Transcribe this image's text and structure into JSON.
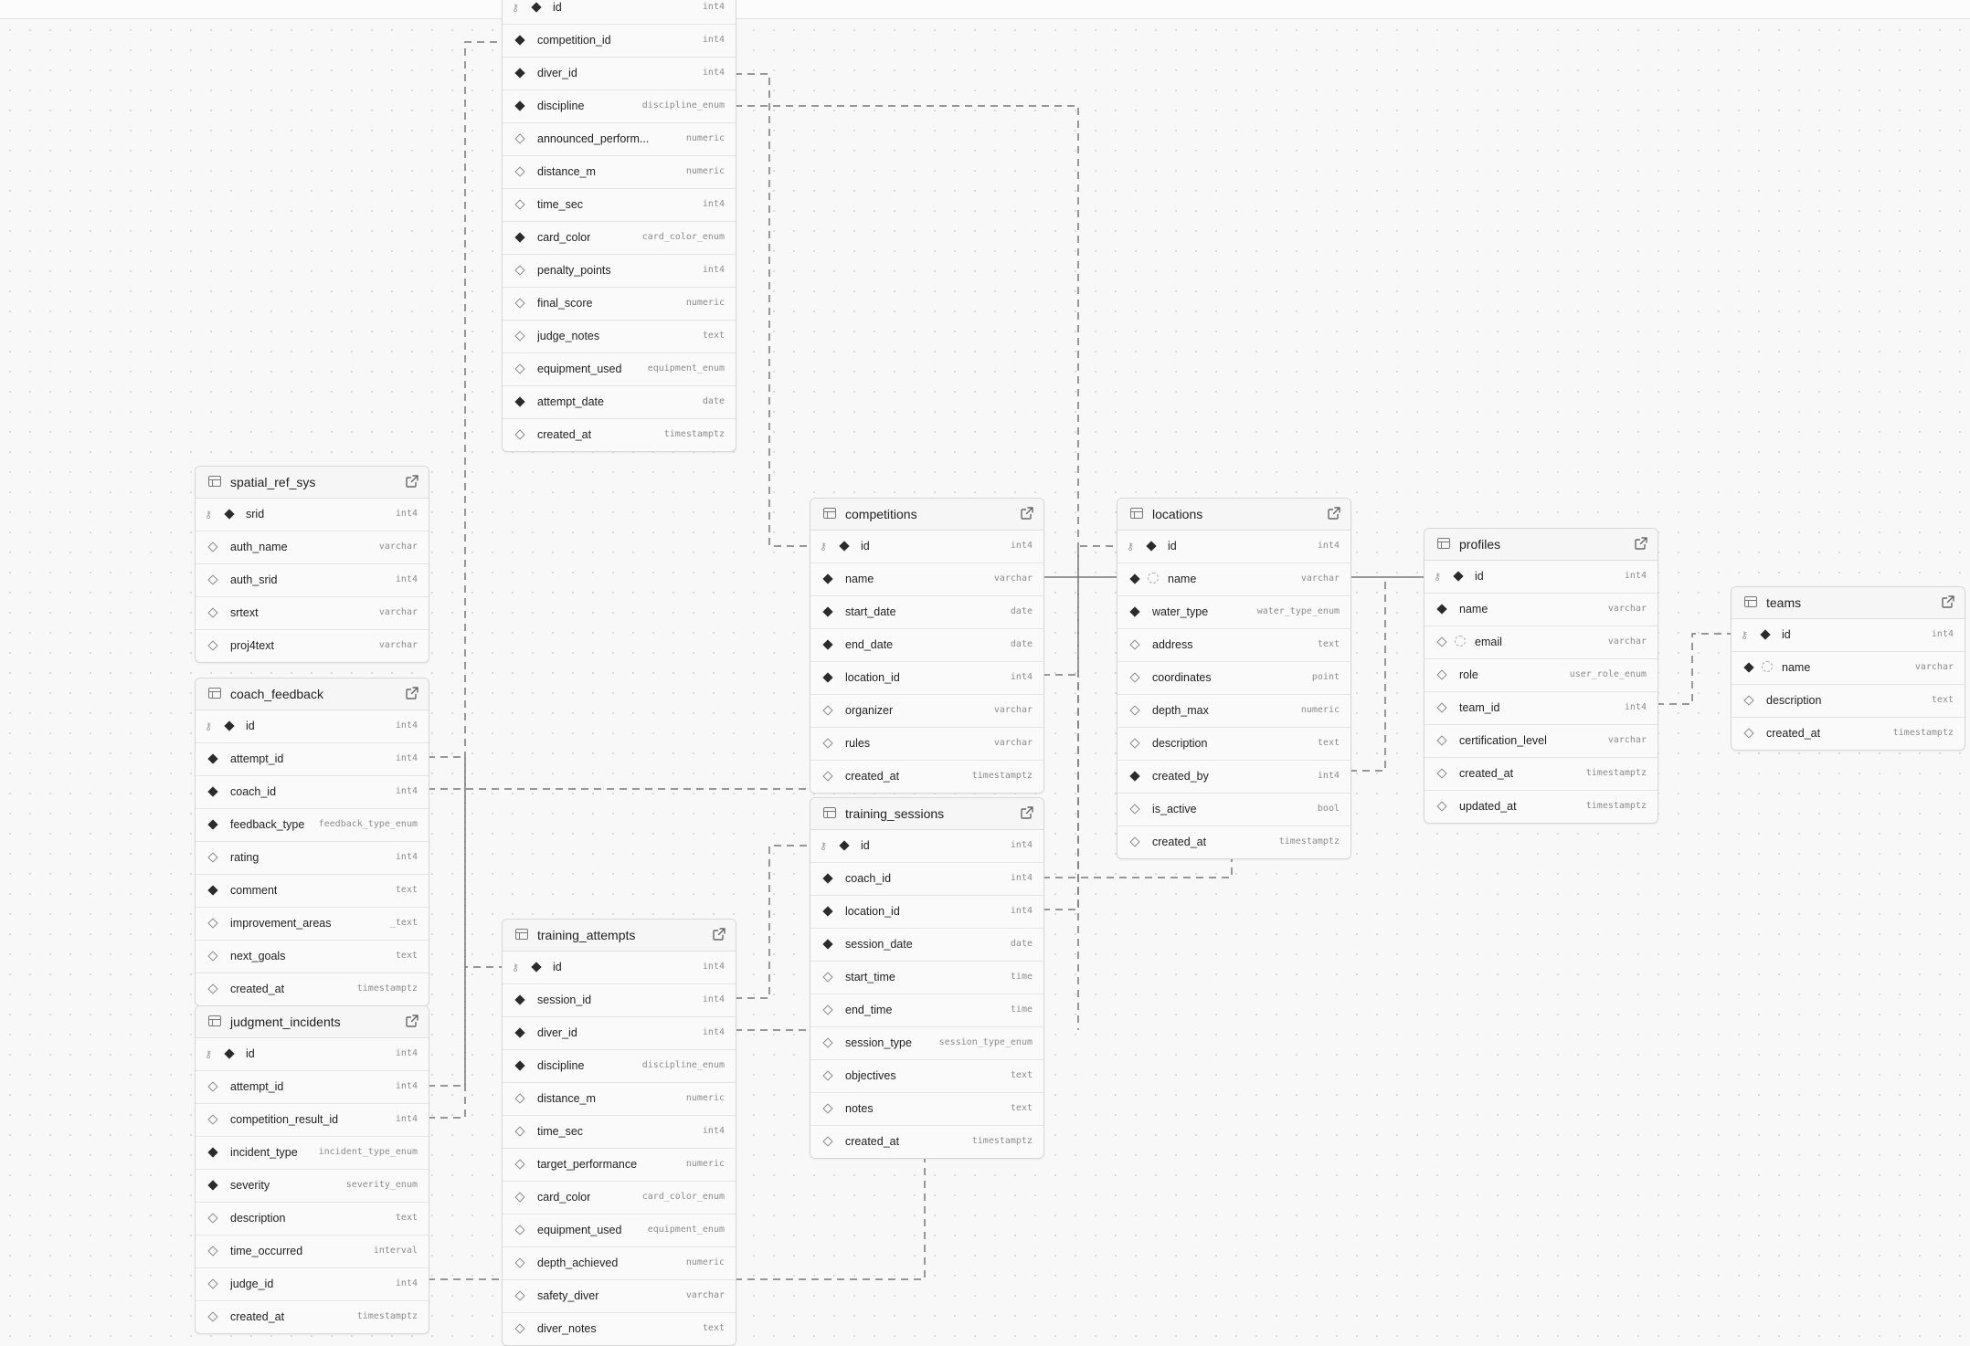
{
  "tables": [
    {
      "id": "t_attempts",
      "name": "",
      "header_hidden": true,
      "columns": [
        {
          "name": "id",
          "type": "int4",
          "pk": true,
          "nullable": false
        },
        {
          "name": "competition_id",
          "type": "int4",
          "nullable": false
        },
        {
          "name": "diver_id",
          "type": "int4",
          "nullable": false
        },
        {
          "name": "discipline",
          "type": "discipline_enum",
          "nullable": false
        },
        {
          "name": "announced_perform...",
          "type": "numeric",
          "nullable": true
        },
        {
          "name": "distance_m",
          "type": "numeric",
          "nullable": true
        },
        {
          "name": "time_sec",
          "type": "int4",
          "nullable": true
        },
        {
          "name": "card_color",
          "type": "card_color_enum",
          "nullable": false
        },
        {
          "name": "penalty_points",
          "type": "int4",
          "nullable": true
        },
        {
          "name": "final_score",
          "type": "numeric",
          "nullable": true
        },
        {
          "name": "judge_notes",
          "type": "text",
          "nullable": true
        },
        {
          "name": "equipment_used",
          "type": "equipment_enum",
          "nullable": true
        },
        {
          "name": "attempt_date",
          "type": "date",
          "nullable": false
        },
        {
          "name": "created_at",
          "type": "timestamptz",
          "nullable": true
        }
      ]
    },
    {
      "id": "t_spatial",
      "name": "spatial_ref_sys",
      "columns": [
        {
          "name": "srid",
          "type": "int4",
          "pk": true,
          "nullable": false
        },
        {
          "name": "auth_name",
          "type": "varchar",
          "nullable": true
        },
        {
          "name": "auth_srid",
          "type": "int4",
          "nullable": true
        },
        {
          "name": "srtext",
          "type": "varchar",
          "nullable": true
        },
        {
          "name": "proj4text",
          "type": "varchar",
          "nullable": true
        }
      ]
    },
    {
      "id": "t_coach_feedback",
      "name": "coach_feedback",
      "columns": [
        {
          "name": "id",
          "type": "int4",
          "pk": true,
          "nullable": false
        },
        {
          "name": "attempt_id",
          "type": "int4",
          "nullable": false
        },
        {
          "name": "coach_id",
          "type": "int4",
          "nullable": false
        },
        {
          "name": "feedback_type",
          "type": "feedback_type_enum",
          "nullable": false
        },
        {
          "name": "rating",
          "type": "int4",
          "nullable": true
        },
        {
          "name": "comment",
          "type": "text",
          "nullable": false
        },
        {
          "name": "improvement_areas",
          "type": "_text",
          "nullable": true
        },
        {
          "name": "next_goals",
          "type": "text",
          "nullable": true
        },
        {
          "name": "created_at",
          "type": "timestamptz",
          "nullable": true
        }
      ]
    },
    {
      "id": "t_judgment",
      "name": "judgment_incidents",
      "columns": [
        {
          "name": "id",
          "type": "int4",
          "pk": true,
          "nullable": false
        },
        {
          "name": "attempt_id",
          "type": "int4",
          "nullable": true
        },
        {
          "name": "competition_result_id",
          "type": "int4",
          "nullable": true
        },
        {
          "name": "incident_type",
          "type": "incident_type_enum",
          "nullable": false
        },
        {
          "name": "severity",
          "type": "severity_enum",
          "nullable": false
        },
        {
          "name": "description",
          "type": "text",
          "nullable": true
        },
        {
          "name": "time_occurred",
          "type": "interval",
          "nullable": true
        },
        {
          "name": "judge_id",
          "type": "int4",
          "nullable": true
        },
        {
          "name": "created_at",
          "type": "timestamptz",
          "nullable": true
        }
      ]
    },
    {
      "id": "t_training_attempts",
      "name": "training_attempts",
      "columns": [
        {
          "name": "id",
          "type": "int4",
          "pk": true,
          "nullable": false
        },
        {
          "name": "session_id",
          "type": "int4",
          "nullable": false
        },
        {
          "name": "diver_id",
          "type": "int4",
          "nullable": false
        },
        {
          "name": "discipline",
          "type": "discipline_enum",
          "nullable": false
        },
        {
          "name": "distance_m",
          "type": "numeric",
          "nullable": true
        },
        {
          "name": "time_sec",
          "type": "int4",
          "nullable": true
        },
        {
          "name": "target_performance",
          "type": "numeric",
          "nullable": true
        },
        {
          "name": "card_color",
          "type": "card_color_enum",
          "nullable": true
        },
        {
          "name": "equipment_used",
          "type": "equipment_enum",
          "nullable": true
        },
        {
          "name": "depth_achieved",
          "type": "numeric",
          "nullable": true
        },
        {
          "name": "safety_diver",
          "type": "varchar",
          "nullable": true
        },
        {
          "name": "diver_notes",
          "type": "text",
          "nullable": true
        }
      ]
    },
    {
      "id": "t_competitions",
      "name": "competitions",
      "columns": [
        {
          "name": "id",
          "type": "int4",
          "pk": true,
          "nullable": false
        },
        {
          "name": "name",
          "type": "varchar",
          "nullable": false
        },
        {
          "name": "start_date",
          "type": "date",
          "nullable": false
        },
        {
          "name": "end_date",
          "type": "date",
          "nullable": false
        },
        {
          "name": "location_id",
          "type": "int4",
          "nullable": false
        },
        {
          "name": "organizer",
          "type": "varchar",
          "nullable": true
        },
        {
          "name": "rules",
          "type": "varchar",
          "nullable": true
        },
        {
          "name": "created_at",
          "type": "timestamptz",
          "nullable": true
        }
      ]
    },
    {
      "id": "t_training_sessions",
      "name": "training_sessions",
      "columns": [
        {
          "name": "id",
          "type": "int4",
          "pk": true,
          "nullable": false
        },
        {
          "name": "coach_id",
          "type": "int4",
          "nullable": false
        },
        {
          "name": "location_id",
          "type": "int4",
          "nullable": false
        },
        {
          "name": "session_date",
          "type": "date",
          "nullable": false
        },
        {
          "name": "start_time",
          "type": "time",
          "nullable": true
        },
        {
          "name": "end_time",
          "type": "time",
          "nullable": true
        },
        {
          "name": "session_type",
          "type": "session_type_enum",
          "nullable": true
        },
        {
          "name": "objectives",
          "type": "text",
          "nullable": true
        },
        {
          "name": "notes",
          "type": "text",
          "nullable": true
        },
        {
          "name": "created_at",
          "type": "timestamptz",
          "nullable": true
        }
      ]
    },
    {
      "id": "t_locations",
      "name": "locations",
      "columns": [
        {
          "name": "id",
          "type": "int4",
          "pk": true,
          "nullable": false
        },
        {
          "name": "name",
          "type": "varchar",
          "nullable": false,
          "unique": true
        },
        {
          "name": "water_type",
          "type": "water_type_enum",
          "nullable": false
        },
        {
          "name": "address",
          "type": "text",
          "nullable": true
        },
        {
          "name": "coordinates",
          "type": "point",
          "nullable": true
        },
        {
          "name": "depth_max",
          "type": "numeric",
          "nullable": true
        },
        {
          "name": "description",
          "type": "text",
          "nullable": true
        },
        {
          "name": "created_by",
          "type": "int4",
          "nullable": false
        },
        {
          "name": "is_active",
          "type": "bool",
          "nullable": true
        },
        {
          "name": "created_at",
          "type": "timestamptz",
          "nullable": true
        }
      ]
    },
    {
      "id": "t_profiles",
      "name": "profiles",
      "columns": [
        {
          "name": "id",
          "type": "int4",
          "pk": true,
          "nullable": false
        },
        {
          "name": "name",
          "type": "varchar",
          "nullable": false
        },
        {
          "name": "email",
          "type": "varchar",
          "nullable": true,
          "unique": true
        },
        {
          "name": "role",
          "type": "user_role_enum",
          "nullable": true
        },
        {
          "name": "team_id",
          "type": "int4",
          "nullable": true
        },
        {
          "name": "certification_level",
          "type": "varchar",
          "nullable": true
        },
        {
          "name": "created_at",
          "type": "timestamptz",
          "nullable": true
        },
        {
          "name": "updated_at",
          "type": "timestamptz",
          "nullable": true
        }
      ]
    },
    {
      "id": "t_teams",
      "name": "teams",
      "columns": [
        {
          "name": "id",
          "type": "int4",
          "pk": true,
          "nullable": false
        },
        {
          "name": "name",
          "type": "varchar",
          "nullable": false,
          "unique": true
        },
        {
          "name": "description",
          "type": "text",
          "nullable": true
        },
        {
          "name": "created_at",
          "type": "timestamptz",
          "nullable": true
        }
      ]
    }
  ],
  "relations": [
    {
      "from": "t_attempts.competition_id",
      "to": "t_competitions.id"
    },
    {
      "from": "t_attempts.diver_id",
      "to": "t_profiles.id"
    },
    {
      "from": "t_coach_feedback.attempt_id",
      "to": "t_attempts.id"
    },
    {
      "from": "t_coach_feedback.coach_id",
      "to": "t_profiles.id"
    },
    {
      "from": "t_judgment.attempt_id",
      "to": "t_training_attempts.id"
    },
    {
      "from": "t_judgment.competition_result_id",
      "to": "t_attempts.id"
    },
    {
      "from": "t_judgment.judge_id",
      "to": "t_profiles.id"
    },
    {
      "from": "t_training_attempts.session_id",
      "to": "t_training_sessions.id"
    },
    {
      "from": "t_training_attempts.diver_id",
      "to": "t_profiles.id"
    },
    {
      "from": "t_competitions.location_id",
      "to": "t_locations.id"
    },
    {
      "from": "t_training_sessions.coach_id",
      "to": "t_profiles.id"
    },
    {
      "from": "t_training_sessions.location_id",
      "to": "t_locations.id"
    },
    {
      "from": "t_locations.created_by",
      "to": "t_profiles.id"
    },
    {
      "from": "t_profiles.team_id",
      "to": "t_teams.id"
    }
  ],
  "icons": {
    "table": "table-icon",
    "open": "open-external-icon",
    "primary_key": "key-icon",
    "not_null": "filled-diamond-icon",
    "nullable": "empty-diamond-icon",
    "unique": "unique-icon"
  },
  "colors": {
    "canvas": "#f8f8f8",
    "dots": "#d9d9d9",
    "card": "#fafafa",
    "border": "#d8d8d8",
    "edge": "#777777"
  }
}
